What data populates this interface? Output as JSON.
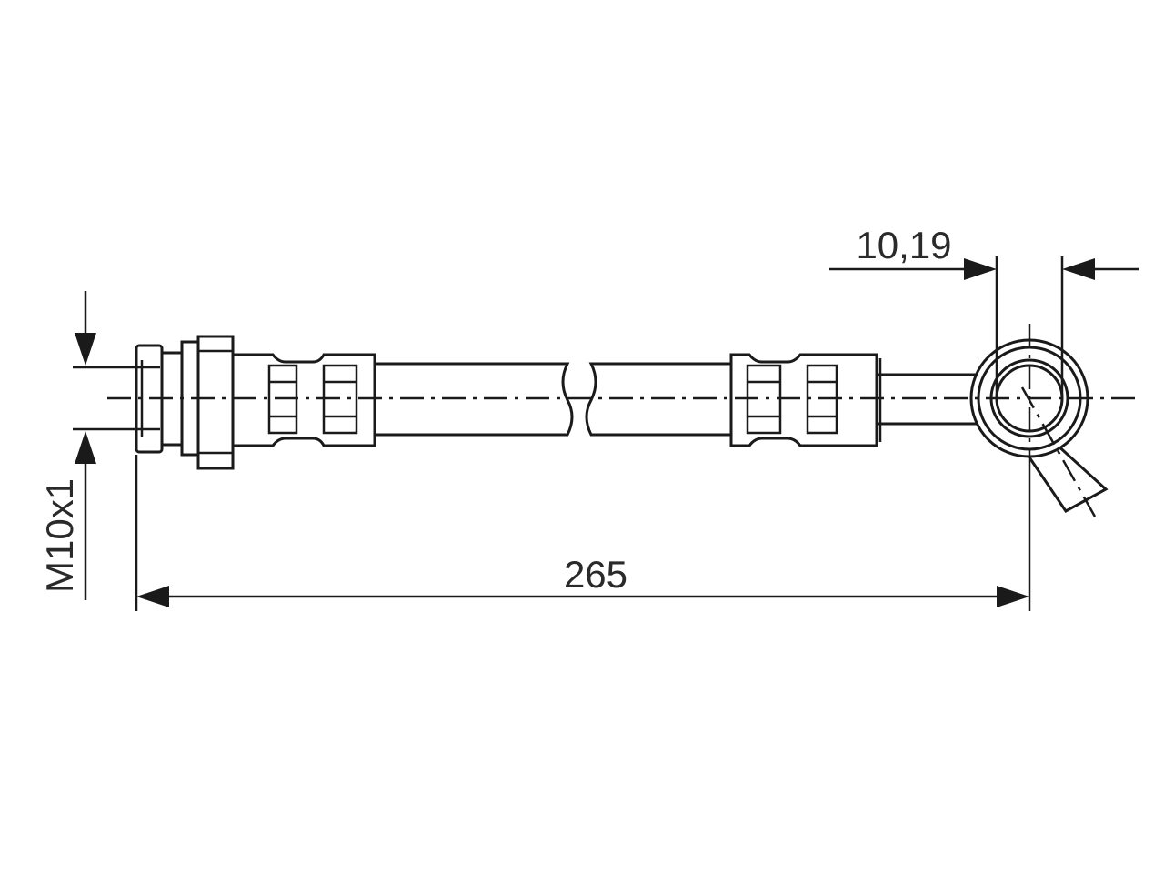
{
  "drawing": {
    "subject": "brake-hose",
    "line_color": "#1a1a1a",
    "background": "#ffffff",
    "dimensions": {
      "overall_length": "265",
      "eye_bore": "10,19",
      "thread_size": "M10x1"
    }
  }
}
